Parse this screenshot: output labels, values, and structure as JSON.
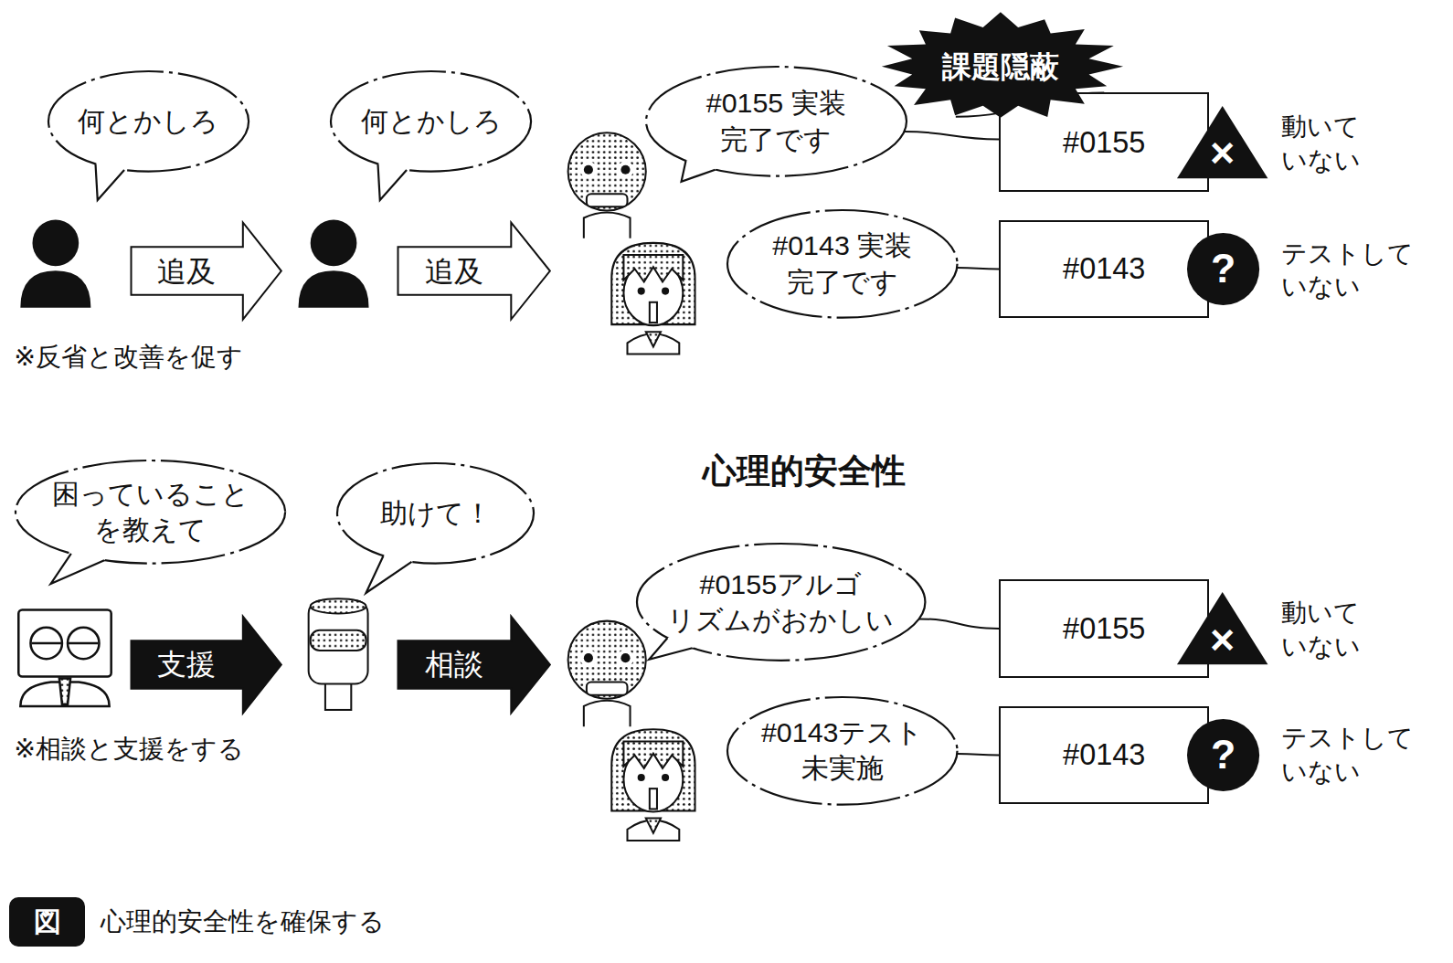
{
  "diagram": {
    "caption": "心理的安全性を確保する",
    "nodes": [
      {
        "text": [
          "何とかしろ"
        ]
      },
      {
        "text": [
          "追及"
        ]
      },
      {
        "text": [
          "何とかしろ"
        ]
      },
      {
        "text": [
          "追及"
        ]
      },
      {
        "text": [
          "課題隠蔽"
        ]
      },
      {
        "text": [
          "#0155 実装 完了です"
        ]
      },
      {
        "text": [
          "#0155"
        ]
      },
      {
        "text": [
          "×"
        ]
      },
      {
        "text": [
          "#0143 実装 完了です"
        ]
      },
      {
        "text": [
          "#0143"
        ]
      },
      {
        "text": [
          "?"
        ]
      },
      {
        "text": [
          "困っていること を教えて"
        ]
      },
      {
        "text": [
          "支援"
        ]
      },
      {
        "text": [
          "心理的安全性"
        ]
      },
      {
        "text": [
          "助けて！"
        ],
        "in": 13
      },
      {
        "text": [
          "相談"
        ],
        "in": 13
      },
      {
        "text": [
          "#0155アルゴ リズムがおかしい"
        ],
        "in": 13
      },
      {
        "text": [
          "#0155"
        ],
        "in": 13
      },
      {
        "text": [
          "×"
        ],
        "in": 13
      },
      {
        "text": [
          "#0143テスト 未実施"
        ],
        "in": 13
      },
      {
        "text": [
          "#0143"
        ],
        "in": 13
      },
      {
        "text": [
          "?"
        ],
        "in": 13
      },
      {
        "text": [
          "図"
        ]
      }
    ],
    "edges": [
      {
        "from": 5,
        "to": 6,
        "arrow": "none"
      },
      {
        "from": 4,
        "to": 6,
        "arrow": "none"
      },
      {
        "from": 8,
        "to": 9,
        "arrow": "none"
      },
      {
        "from": 16,
        "to": 17,
        "arrow": "none"
      },
      {
        "from": 19,
        "to": 20,
        "arrow": "none"
      }
    ],
    "labels": [
      "※反省と改善を促す",
      "動いて いない",
      "テストして いない",
      "※相談と支援をする",
      "動いて いない",
      "テストして いない"
    ]
  }
}
